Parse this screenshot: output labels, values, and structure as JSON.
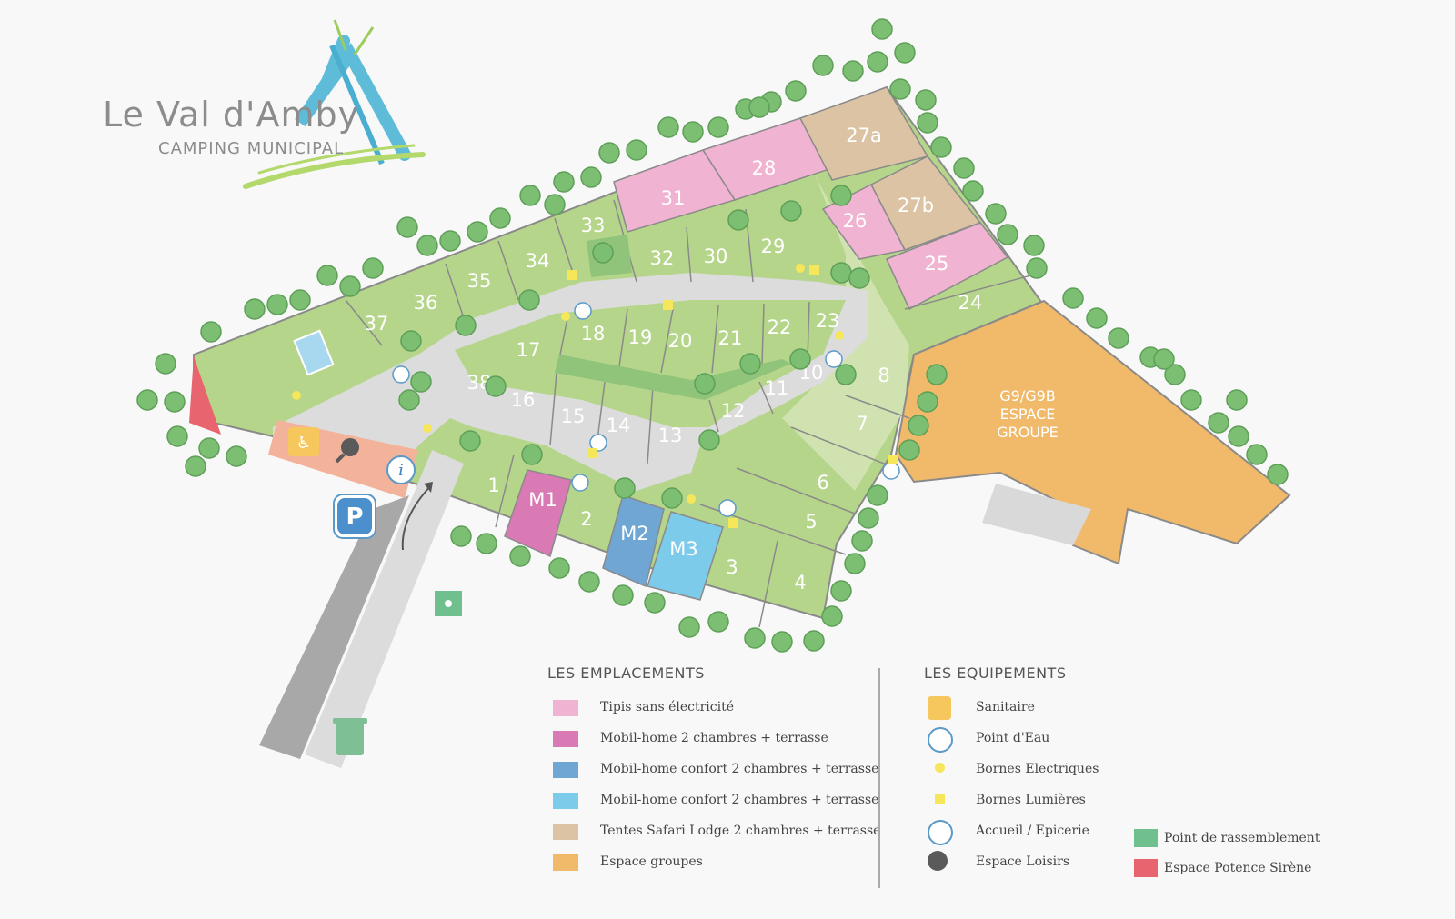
{
  "brand": {
    "name": "Le Val d'Amby",
    "subtitle": "CAMPING MUNICIPAL"
  },
  "colors": {
    "grass": "#b5d58a",
    "grass_dark": "#8fc47a",
    "path": "#d9d9d9",
    "tipi": "#f0b3d1",
    "mobil_home": "#d97ab4",
    "mobil_home_confort_dark": "#6fa6d4",
    "mobil_home_confort_light": "#7ccbea",
    "safari_lodge": "#dcc3a4",
    "group_area": "#f1b96a",
    "siren_area": "#e8646e",
    "sanitary": "#f6c75c",
    "tree": "#7cbf73"
  },
  "map": {
    "pitches": [
      "1",
      "2",
      "3",
      "4",
      "5",
      "6",
      "7",
      "8",
      "10",
      "11",
      "12",
      "13",
      "14",
      "15",
      "16",
      "17",
      "18",
      "19",
      "20",
      "21",
      "22",
      "23",
      "24",
      "25",
      "26",
      "27a",
      "27b",
      "28",
      "29",
      "30",
      "31",
      "32",
      "33",
      "34",
      "35",
      "36",
      "37",
      "38",
      "M1",
      "M2",
      "M3"
    ],
    "group_area_label": [
      "G9/G9B",
      "ESPACE",
      "GROUPE"
    ],
    "parking_label": "P",
    "info_label": "i"
  },
  "legend": {
    "pitches_title": "LES EMPLACEMENTS",
    "pitches": [
      {
        "label": "Tipis sans électricité",
        "color": "#f0b3d1"
      },
      {
        "label": "Mobil-home 2 chambres + terrasse",
        "color": "#d97ab4"
      },
      {
        "label": "Mobil-home confort 2 chambres + terrasse",
        "color": "#6fa6d4"
      },
      {
        "label": "Mobil-home confort 2 chambres + terrasse",
        "color": "#7ccbea"
      },
      {
        "label": "Tentes Safari Lodge 2 chambres + terrasse",
        "color": "#dcc3a4"
      },
      {
        "label": "Espace groupes",
        "color": "#f1b96a"
      }
    ],
    "equipment_title": "LES EQUIPEMENTS",
    "equipment": [
      {
        "label": "Sanitaire",
        "icon": "toilet-icon"
      },
      {
        "label": "Point d'Eau",
        "icon": "water-tap-icon"
      },
      {
        "label": "Bornes Electriques",
        "icon": "yellow-dot-icon"
      },
      {
        "label": "Bornes Lumières",
        "icon": "yellow-square-icon"
      },
      {
        "label": "Accueil / Epicerie",
        "icon": "info-icon"
      },
      {
        "label": "Espace Loisirs",
        "icon": "ping-pong-icon"
      }
    ],
    "extra": [
      {
        "label": "Point de rassemblement",
        "icon": "assembly-point-icon"
      },
      {
        "label": "Espace Potence Sirène",
        "color": "#e8646e"
      }
    ]
  }
}
